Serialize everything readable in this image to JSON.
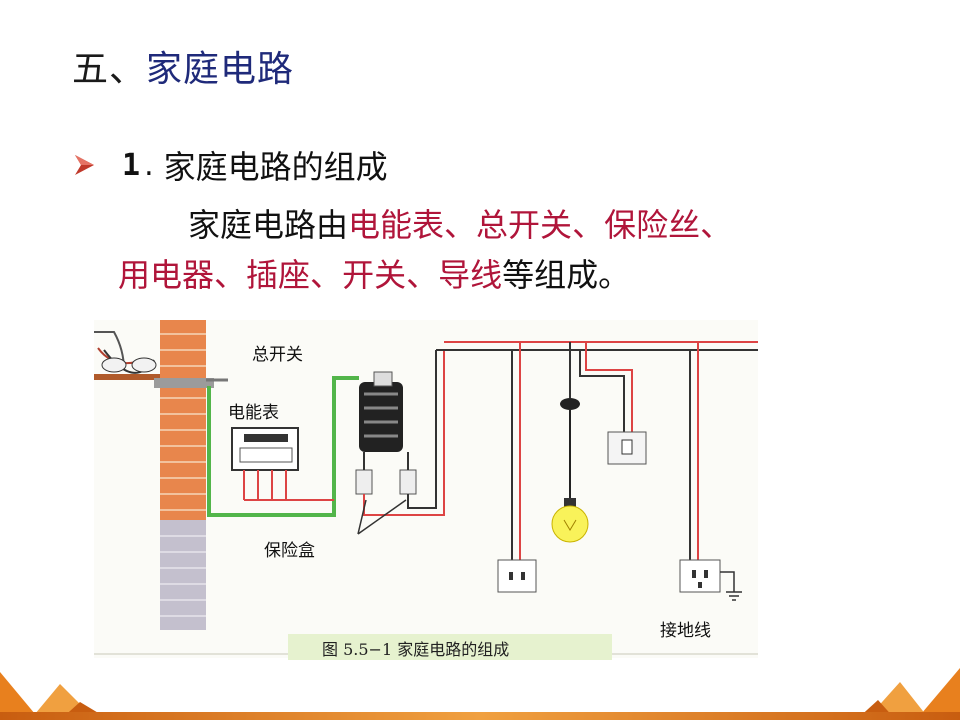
{
  "title": {
    "prefix": "五、",
    "main": "家庭电路"
  },
  "bullet": {
    "number": "1",
    "dot": ".",
    "text": "家庭电路的组成"
  },
  "paragraph": {
    "lead": "家庭电路由",
    "components": [
      "电能表",
      "总开关",
      "保险丝",
      "用电器",
      "插座",
      "开关",
      "导线"
    ],
    "sep": "、",
    "tail": "等组成。"
  },
  "figure": {
    "labels": {
      "main_switch": "总开关",
      "meter": "电能表",
      "fuse_box": "保险盒",
      "ground_wire": "接地线"
    },
    "caption": "图 5.5−1  家庭电路的组成"
  },
  "colors": {
    "accent_red": "#b0153a",
    "title_blue": "#1f2a7a",
    "corner_orange": "#e8801e",
    "wire_green": "#4caf50",
    "wire_red": "#e05a4a"
  },
  "icons": [
    "arrow-bullet-icon",
    "meter-icon",
    "switch-icon",
    "fuse-icon",
    "bulb-icon",
    "socket-icon",
    "ground-icon"
  ]
}
